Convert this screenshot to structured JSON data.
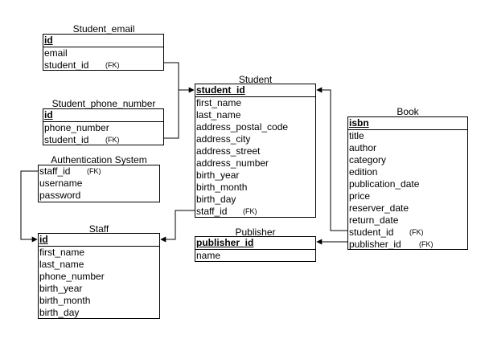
{
  "entities": {
    "student_email": {
      "title": "Student_email",
      "pk": "id",
      "attributes": [
        {
          "name": "email",
          "tag": ""
        },
        {
          "name": "student_id",
          "tag": "(FK)"
        }
      ]
    },
    "student_phone_number": {
      "title": "Student_phone_number",
      "pk": "id",
      "attributes": [
        {
          "name": "phone_number",
          "tag": ""
        },
        {
          "name": "student_id",
          "tag": "(FK)"
        }
      ]
    },
    "authentication_system": {
      "title": "Authentication System",
      "attributes": [
        {
          "name": "staff_id",
          "tag": "(FK)"
        },
        {
          "name": "username",
          "tag": ""
        },
        {
          "name": "password",
          "tag": ""
        }
      ]
    },
    "staff": {
      "title": "Staff",
      "pk": "id",
      "attributes": [
        {
          "name": "first_name",
          "tag": ""
        },
        {
          "name": "last_name",
          "tag": ""
        },
        {
          "name": "phone_number",
          "tag": ""
        },
        {
          "name": "birth_year",
          "tag": ""
        },
        {
          "name": "birth_month",
          "tag": ""
        },
        {
          "name": "birth_day",
          "tag": ""
        }
      ]
    },
    "student": {
      "title": "Student",
      "pk": "student_id",
      "attributes": [
        {
          "name": "first_name",
          "tag": ""
        },
        {
          "name": "last_name",
          "tag": ""
        },
        {
          "name": "address_postal_code",
          "tag": ""
        },
        {
          "name": "address_city",
          "tag": ""
        },
        {
          "name": "address_street",
          "tag": ""
        },
        {
          "name": "address_number",
          "tag": ""
        },
        {
          "name": "birth_year",
          "tag": ""
        },
        {
          "name": "birth_month",
          "tag": ""
        },
        {
          "name": "birth_day",
          "tag": ""
        },
        {
          "name": "staff_id",
          "tag": "(FK)"
        }
      ]
    },
    "publisher": {
      "title": "Publisher",
      "pk": "publisher_id",
      "attributes": [
        {
          "name": "name",
          "tag": ""
        }
      ]
    },
    "book": {
      "title": "Book",
      "pk": "isbn",
      "attributes": [
        {
          "name": "title",
          "tag": ""
        },
        {
          "name": "author",
          "tag": ""
        },
        {
          "name": "category",
          "tag": ""
        },
        {
          "name": "edition",
          "tag": ""
        },
        {
          "name": "publication_date",
          "tag": ""
        },
        {
          "name": "price",
          "tag": ""
        },
        {
          "name": "reserver_date",
          "tag": ""
        },
        {
          "name": "return_date",
          "tag": ""
        },
        {
          "name": "student_id",
          "tag": "(FK)"
        },
        {
          "name": "publisher_id",
          "tag": "(FK)"
        }
      ]
    }
  }
}
